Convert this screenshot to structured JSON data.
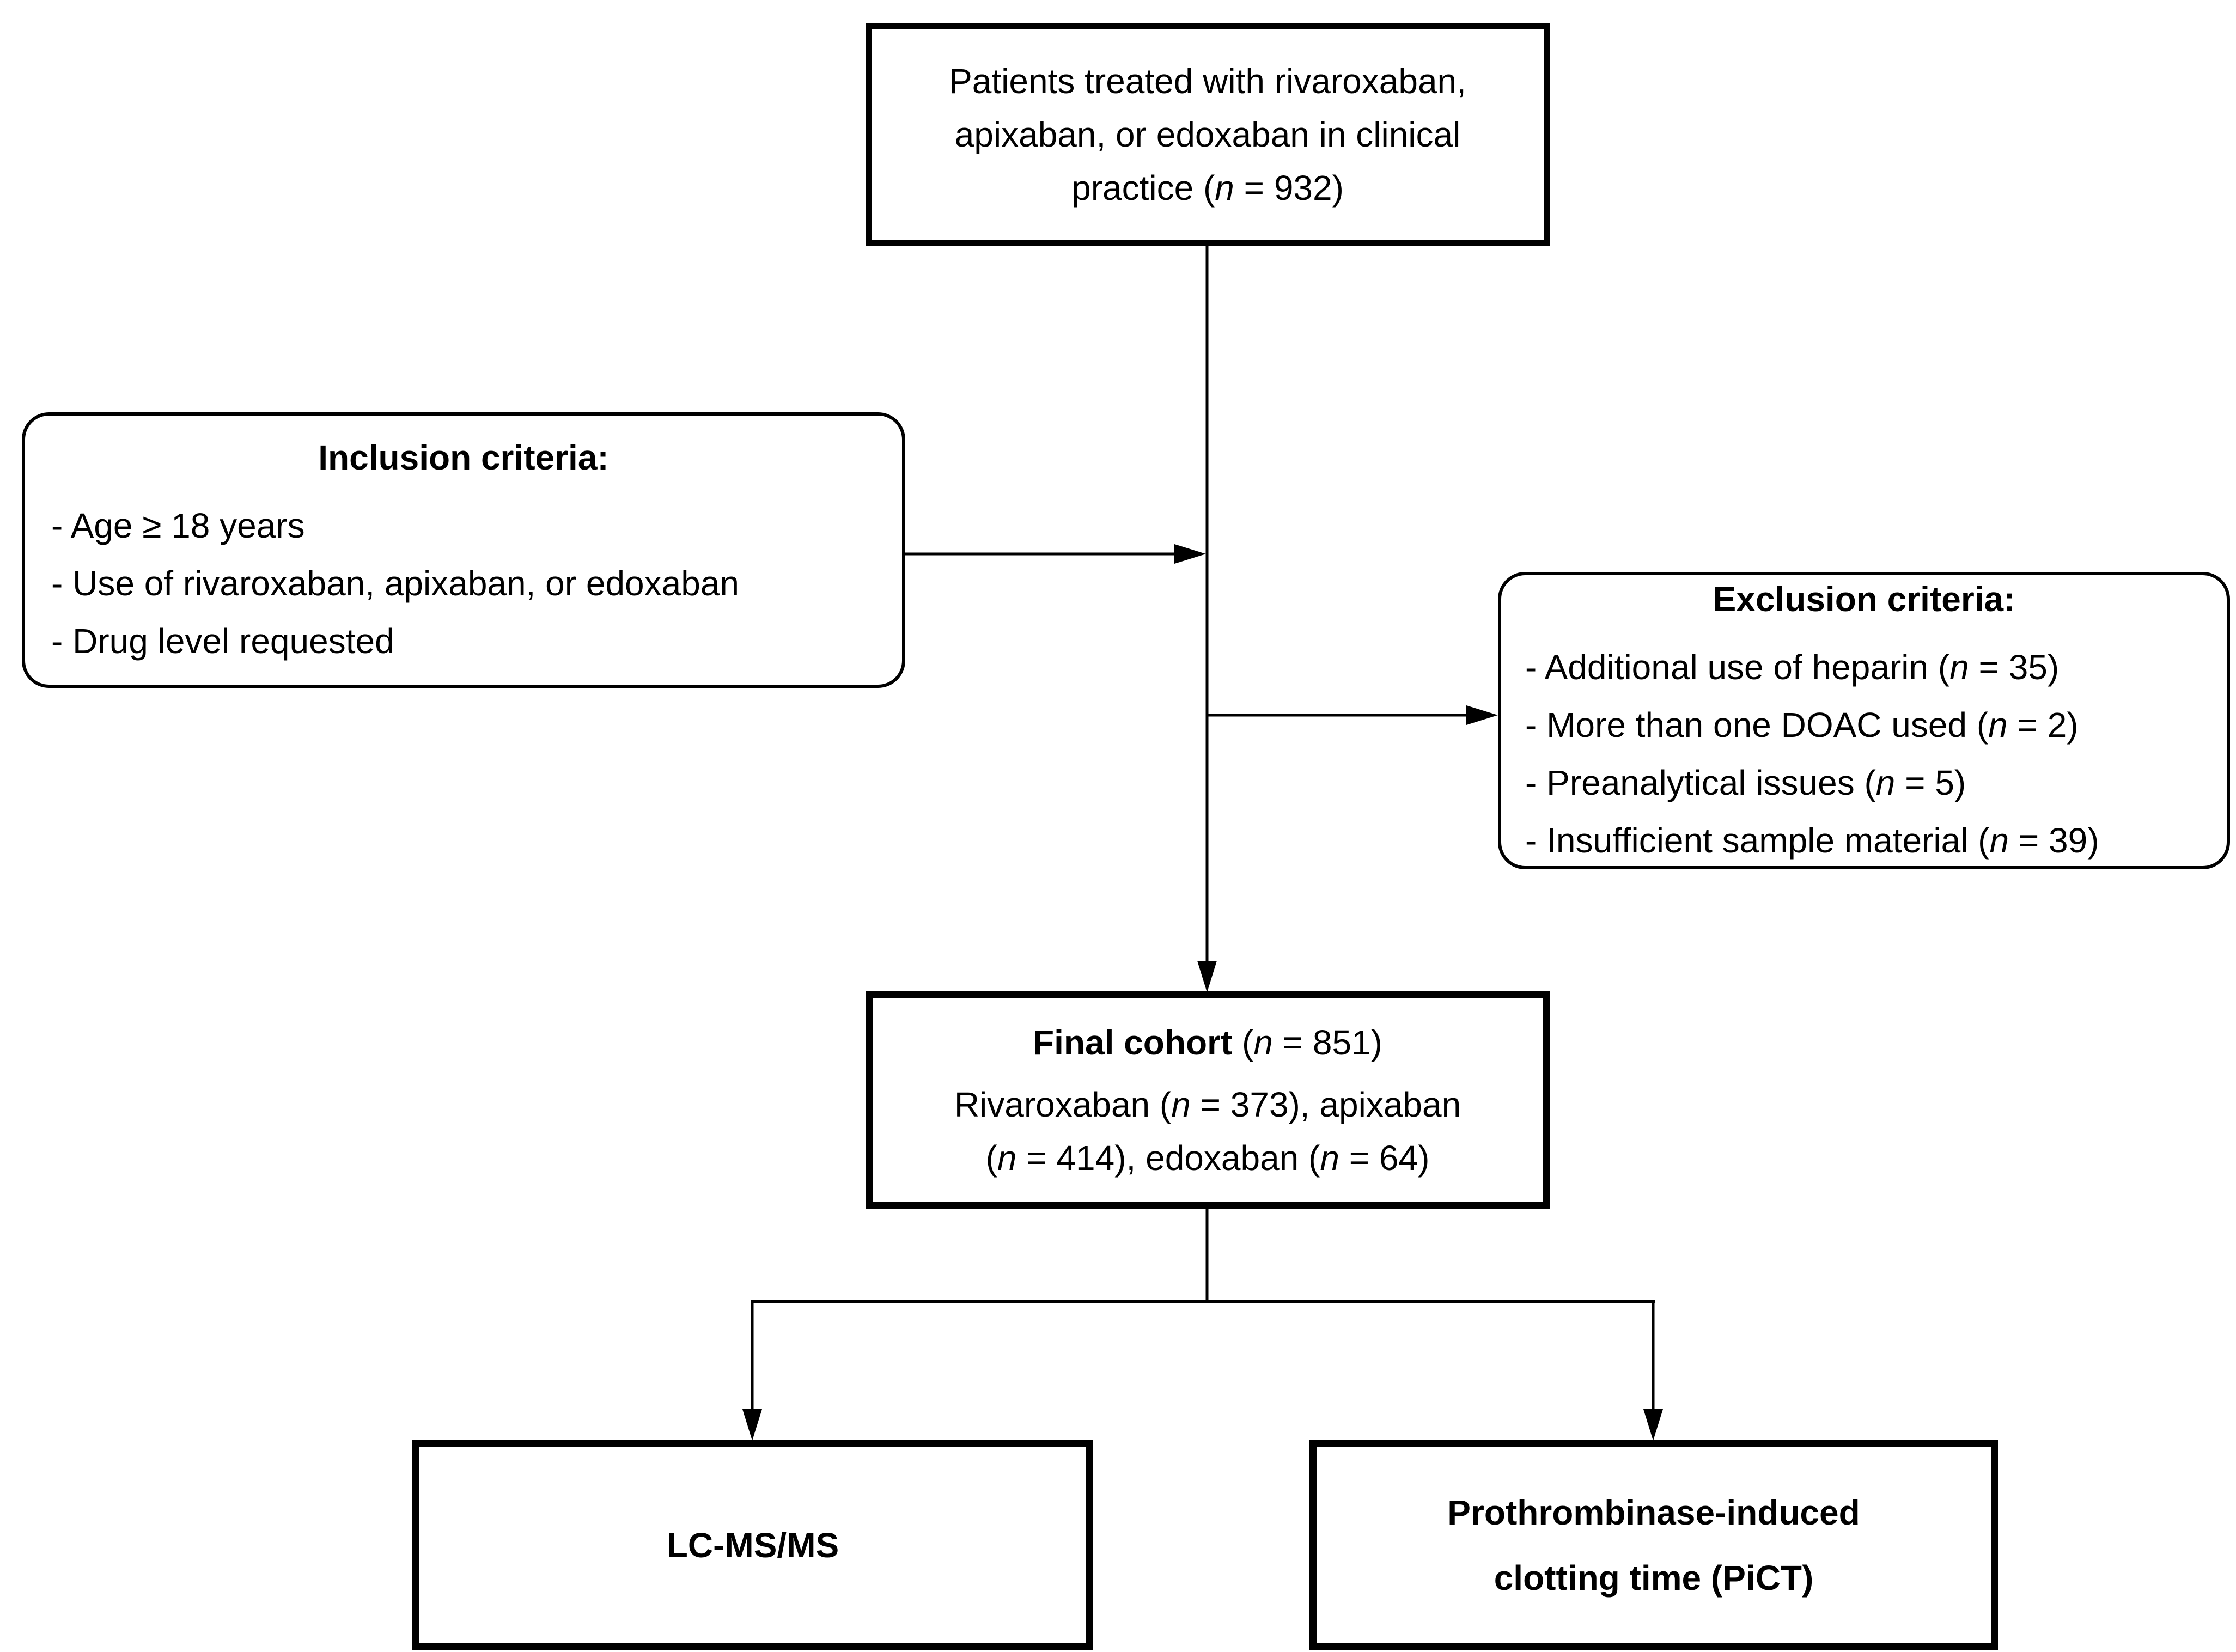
{
  "figure": {
    "background_color": "#ffffff",
    "line_color": "#000000",
    "boxes": {
      "patients": {
        "lines": [
          [
            {
              "t": "Patients treated with rivaroxaban,"
            }
          ],
          [
            {
              "t": "apixaban, or edoxaban in clinical"
            }
          ],
          [
            {
              "t": "practice ("
            },
            {
              "t": "n",
              "i": 1
            },
            {
              "t": " = 932)"
            }
          ]
        ]
      },
      "inclusion": {
        "title": "Inclusion criteria:",
        "items": [
          [
            {
              "t": "- Age ≥ 18 years"
            }
          ],
          [
            {
              "t": "- Use of rivaroxaban, apixaban, or edoxaban"
            }
          ],
          [
            {
              "t": "- Drug level requested"
            }
          ]
        ]
      },
      "exclusion": {
        "title": "Exclusion criteria:",
        "items": [
          [
            {
              "t": "- Additional use of heparin ("
            },
            {
              "t": "n",
              "i": 1
            },
            {
              "t": " = 35)"
            }
          ],
          [
            {
              "t": "- More than one DOAC used ("
            },
            {
              "t": "n",
              "i": 1
            },
            {
              "t": " = 2)"
            }
          ],
          [
            {
              "t": "- Preanalytical issues ("
            },
            {
              "t": "n",
              "i": 1
            },
            {
              "t": " = 5)"
            }
          ],
          [
            {
              "t": "- Insufficient sample material ("
            },
            {
              "t": "n",
              "i": 1
            },
            {
              "t": " = 39)"
            }
          ]
        ]
      },
      "final_cohort": {
        "lines": [
          [
            {
              "t": "Final cohort",
              "b": 1
            },
            {
              "t": " ("
            },
            {
              "t": "n",
              "i": 1
            },
            {
              "t": " = 851)"
            }
          ],
          [
            {
              "t": "Rivaroxaban ("
            },
            {
              "t": "n",
              "i": 1
            },
            {
              "t": " = 373), apixaban"
            }
          ],
          [
            {
              "t": "("
            },
            {
              "t": "n",
              "i": 1
            },
            {
              "t": " = 414), edoxaban ("
            },
            {
              "t": "n",
              "i": 1
            },
            {
              "t": " = 64)"
            }
          ]
        ]
      },
      "lcmsms": {
        "lines": [
          [
            {
              "t": "LC-MS/MS",
              "b": 1
            }
          ]
        ]
      },
      "pict": {
        "lines": [
          [
            {
              "t": "Prothrombinase-induced",
              "b": 1
            }
          ],
          [
            {
              "t": "clotting time (PiCT)",
              "b": 1
            }
          ]
        ]
      }
    }
  }
}
